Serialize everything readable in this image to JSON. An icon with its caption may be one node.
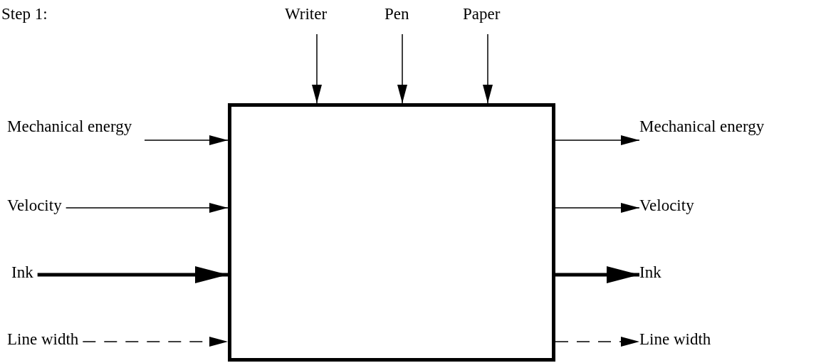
{
  "diagram": {
    "nodes": [
      {
        "text": [
          "Writer"
        ]
      },
      {
        "text": [
          "Pen"
        ]
      },
      {
        "text": [
          "Paper"
        ]
      },
      {
        "text": [],
        "shape": "box"
      },
      {
        "text": [
          "Mechanical energy"
        ]
      },
      {
        "text": [
          "Mechanical energy"
        ]
      },
      {
        "text": [
          "Velocity"
        ]
      },
      {
        "text": [
          "Velocity"
        ]
      },
      {
        "text": [
          "Ink"
        ]
      },
      {
        "text": [
          "Ink"
        ]
      },
      {
        "text": [
          "Line width"
        ]
      },
      {
        "text": [
          "Line width"
        ]
      }
    ],
    "edges": [
      {
        "from": 0,
        "to": 3,
        "arrow": "to"
      },
      {
        "from": 1,
        "to": 3,
        "arrow": "to"
      },
      {
        "from": 2,
        "to": 3,
        "arrow": "to"
      },
      {
        "from": 4,
        "to": 3,
        "arrow": "to"
      },
      {
        "from": 3,
        "to": 5,
        "arrow": "to"
      },
      {
        "from": 6,
        "to": 3,
        "arrow": "to"
      },
      {
        "from": 3,
        "to": 7,
        "arrow": "to"
      },
      {
        "from": 8,
        "to": 3,
        "arrow": "to",
        "style": "thick"
      },
      {
        "from": 3,
        "to": 9,
        "arrow": "to",
        "style": "thick"
      },
      {
        "from": 10,
        "to": 3,
        "arrow": "to",
        "style": "dashed"
      },
      {
        "from": 3,
        "to": 11,
        "arrow": "to",
        "style": "dashed"
      }
    ],
    "labels": [
      "Step 1:"
    ]
  }
}
